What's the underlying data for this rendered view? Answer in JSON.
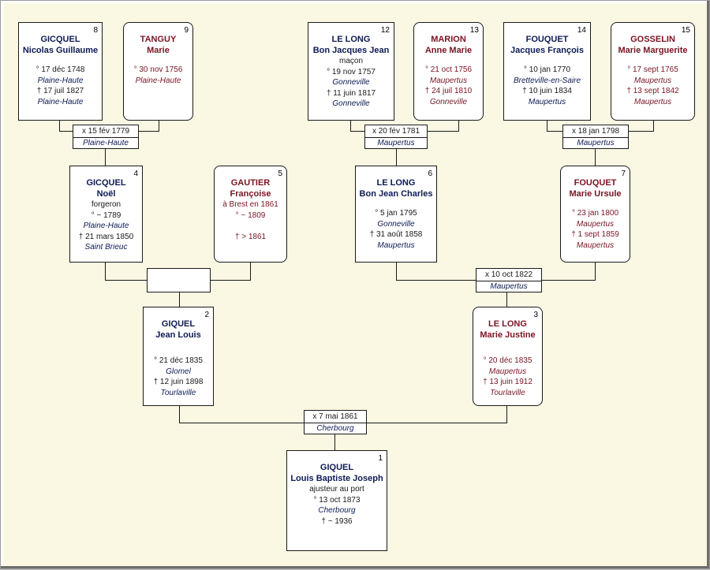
{
  "persons": [
    {
      "num": "1",
      "surname": "GIQUEL",
      "given": "Louis Baptiste Joseph",
      "occ": "ajusteur au port",
      "birth": "° 13 oct 1873",
      "birth_place": "Cherbourg",
      "death": "† ~ 1936"
    },
    {
      "num": "2",
      "surname": "GIQUEL",
      "given": "Jean Louis",
      "birth": "° 21 déc 1835",
      "birth_place": "Glomel",
      "death": "† 12 juin 1898",
      "death_place": "Tourlaville"
    },
    {
      "num": "3",
      "surname": "LE LONG",
      "given": "Marie Justine",
      "birth": "° 20 déc 1835",
      "birth_place": "Maupertus",
      "death": "† 13 juin 1912",
      "death_place": "Tourlaville"
    },
    {
      "num": "4",
      "surname": "GICQUEL",
      "given": "Noël",
      "occ": "forgeron",
      "birth": "° ~ 1789",
      "birth_place": "Plaine-Haute",
      "death": "† 21 mars 1850",
      "death_place": "Saint Brieuc"
    },
    {
      "num": "5",
      "surname": "GAUTIER",
      "given": "Françoise",
      "occ": "à Brest en 1861",
      "birth": "° ~ 1809",
      "death": "† > 1861"
    },
    {
      "num": "6",
      "surname": "LE LONG",
      "given": "Bon Jean Charles",
      "birth": "° 5 jan 1795",
      "birth_place": "Gonneville",
      "death": "† 31 août 1858",
      "death_place": "Maupertus"
    },
    {
      "num": "7",
      "surname": "FOUQUET",
      "given": "Marie Ursule",
      "birth": "° 23 jan 1800",
      "birth_place": "Maupertus",
      "death": "† 1 sept 1859",
      "death_place": "Maupertus"
    },
    {
      "num": "8",
      "surname": "GICQUEL",
      "given": "Nicolas Guillaume",
      "birth": "° 17 déc 1748",
      "birth_place": "Plaine-Haute",
      "death": "† 17 juil 1827",
      "death_place": "Plaine-Haute"
    },
    {
      "num": "9",
      "surname": "TANGUY",
      "given": "Marie",
      "birth": "° 30 nov 1756",
      "birth_place": "Plaine-Haute"
    },
    {
      "num": "12",
      "surname": "LE LONG",
      "given": "Bon Jacques Jean",
      "occ": "maçon",
      "birth": "° 19 nov 1757",
      "birth_place": "Gonneville",
      "death": "† 11 juin 1817",
      "death_place": "Gonneville"
    },
    {
      "num": "13",
      "surname": "MARION",
      "given": "Anne Marie",
      "birth": "° 21 oct 1756",
      "birth_place": "Maupertus",
      "death": "† 24 juil 1810",
      "death_place": "Gonneville"
    },
    {
      "num": "14",
      "surname": "FOUQUET",
      "given": "Jacques François",
      "birth": "° 10 jan 1770",
      "birth_place": "Bretteville-en-Saire",
      "death": "† 10 juin 1834",
      "death_place": "Maupertus"
    },
    {
      "num": "15",
      "surname": "GOSSELIN",
      "given": "Marie Marguerite",
      "birth": "° 17 sept 1765",
      "birth_place": "Maupertus",
      "death": "† 13 sept 1842",
      "death_place": "Maupertus"
    }
  ],
  "marriages": [
    {
      "date": "x 7 mai 1861",
      "place": "Cherbourg"
    },
    {
      "date": "x 15 fév 1779",
      "place": "Plaine-Haute"
    },
    {
      "date": "x 20 fév 1781",
      "place": "Maupertus"
    },
    {
      "date": "x 18 jan 1798",
      "place": "Maupertus"
    },
    {
      "date": "x 10 oct 1822",
      "place": "Maupertus"
    },
    {
      "date": "",
      "place": ""
    }
  ]
}
